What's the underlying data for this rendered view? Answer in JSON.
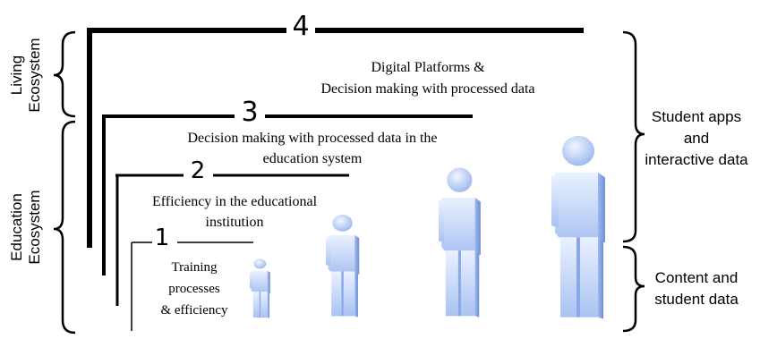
{
  "levels": [
    {
      "number": "4",
      "lines": [
        "Digital Platforms  &",
        "Decision making with processed data"
      ]
    },
    {
      "number": "3",
      "lines": [
        "Decision making with processed data in the",
        "education system"
      ]
    },
    {
      "number": "2",
      "lines": [
        "Efficiency in the educational",
        "institution"
      ]
    },
    {
      "number": "1",
      "lines": [
        "Training",
        "processes",
        "& efficiency"
      ]
    }
  ],
  "left_labels": {
    "living": [
      "Living",
      "Ecosystem"
    ],
    "education": [
      "Education",
      "Ecosystem"
    ]
  },
  "right_labels": {
    "top": [
      "Student apps",
      "and",
      "interactive data"
    ],
    "bottom": [
      "Content and",
      "student data"
    ]
  },
  "figure_icon": "person-figure-icon",
  "colors": {
    "figure_light": "#dfeaff",
    "figure_mid": "#b3cdf7",
    "figure_dark": "#7d9fe0",
    "line": "#000000"
  }
}
